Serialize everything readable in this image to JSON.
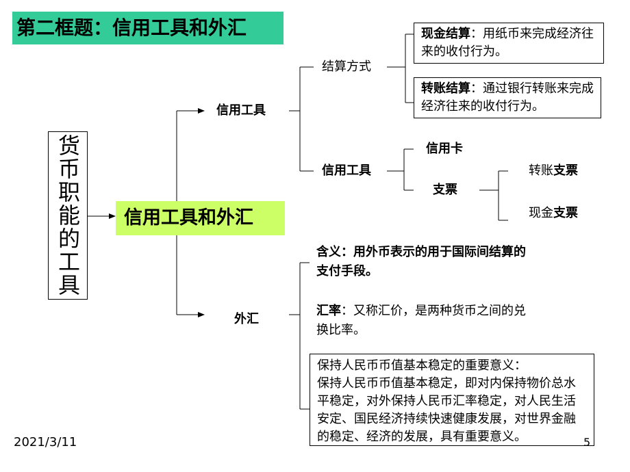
{
  "title": "第二框题：信用工具和外汇",
  "root": "货币职能的工具",
  "center": "信用工具和外汇",
  "branch_credit": {
    "label": "信用工具",
    "settlement": {
      "label": "结算方式",
      "cash_head": "现金结算",
      "cash_body": "：用纸币来完成经济往来的收付行为。",
      "transfer_head": "转账结算",
      "transfer_body": "：通过银行转账来完成经济往来的收付行为。"
    },
    "tools": {
      "label": "信用工具",
      "card": "信用卡",
      "cheque": "支票",
      "transfer_cheque_a": "转账",
      "transfer_cheque_b": "支票",
      "cash_cheque_a": "现金",
      "cash_cheque_b": "支票"
    }
  },
  "branch_fx": {
    "label": "外汇",
    "meaning_head": "含义",
    "meaning_body": "：用外币表示的用于国际间结算的支付手段。",
    "rate_head": "汇率",
    "rate_body": "：又称汇价，是两种货币之间的兑换比率。",
    "significance_title": "保持人民币币值基本稳定的重要意义：",
    "significance_body": "保持人民币币值基本稳定，即对内保持物价总水平稳定，对外保持人民币汇率稳定，对人民生活安定、国民经济持续快速健康发展，对世界金融的稳定、经济的发展，具有重要意义。"
  },
  "footer": {
    "date": "2021/3/11",
    "page": "5"
  }
}
